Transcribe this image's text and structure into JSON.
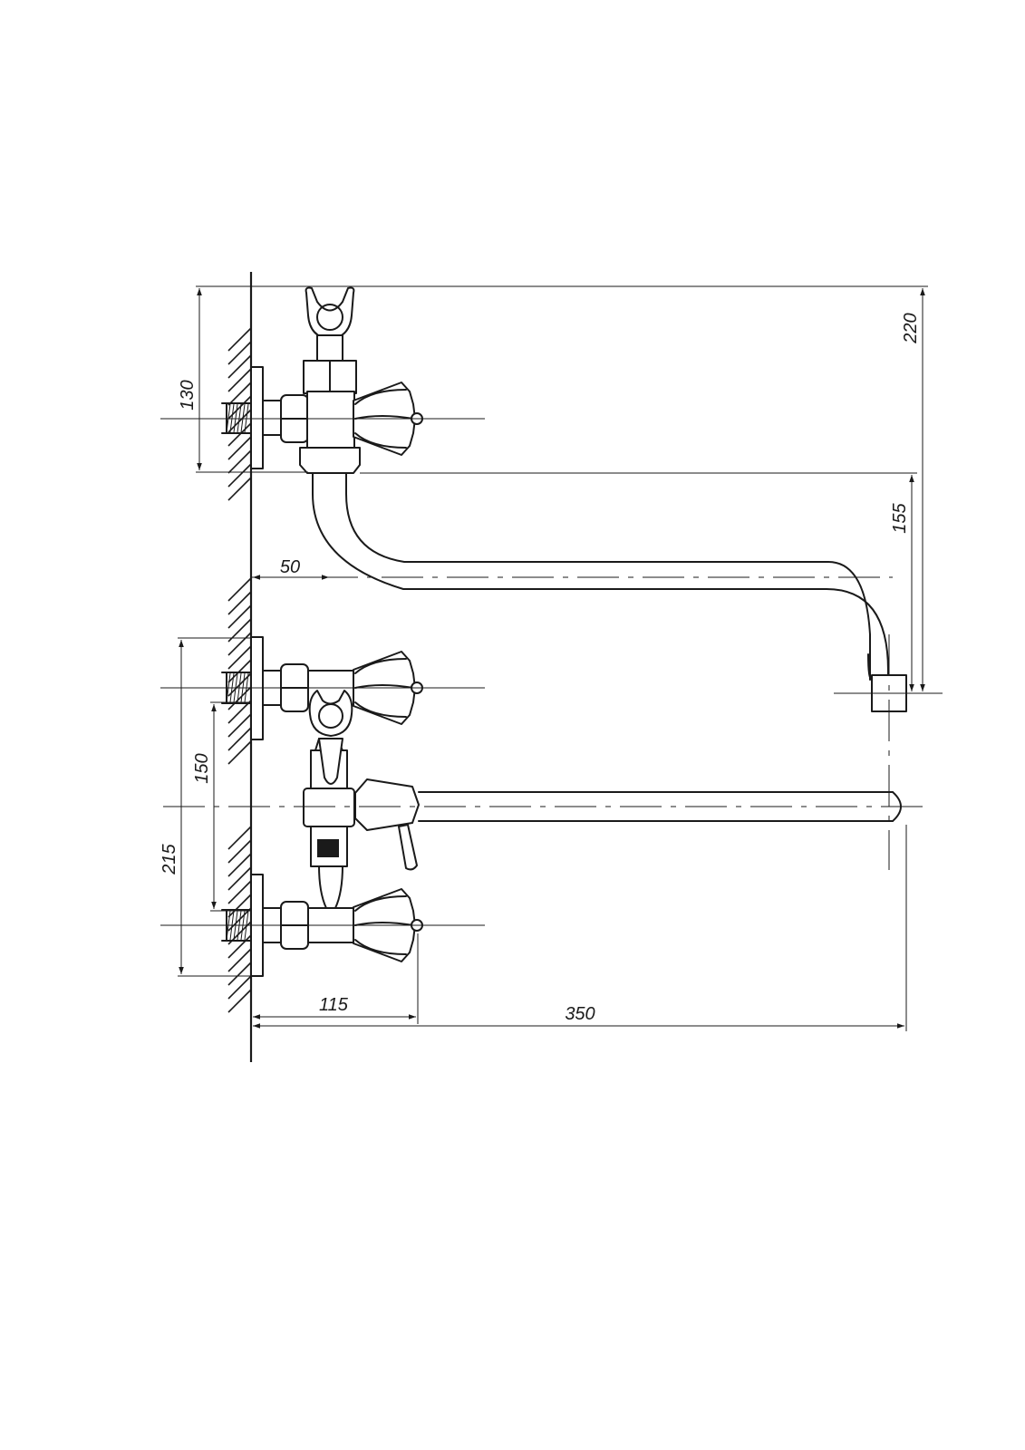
{
  "drawing": {
    "dimensions": {
      "top_connection": "130",
      "overall_height": "220",
      "spout_height": "155",
      "wall_offset": "50",
      "inlet_spacing": "150",
      "lower_spout_height": "215",
      "handle_projection": "115",
      "spout_reach": "350"
    }
  }
}
